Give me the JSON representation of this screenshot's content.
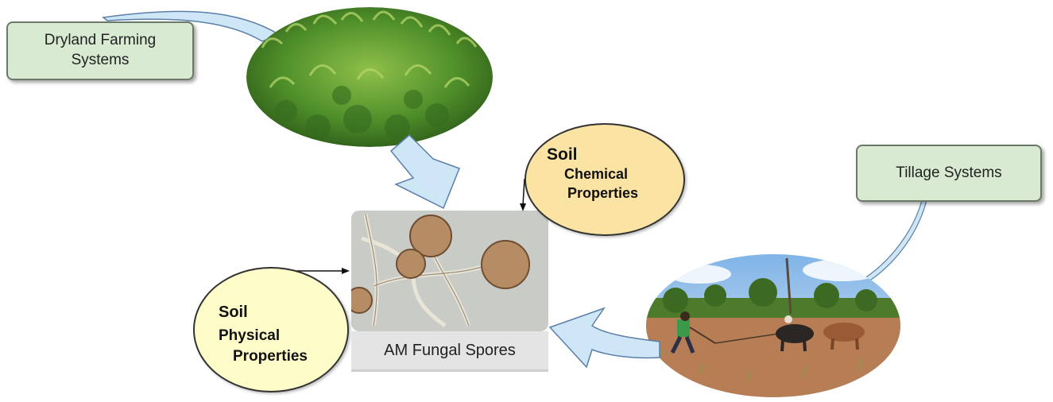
{
  "labels": {
    "dryland": "Dryland Farming Systems",
    "tillage": "Tillage Systems",
    "chemical": {
      "line1": "Soil",
      "line2": "Chemical",
      "line3": "Properties"
    },
    "physical": {
      "line1": "Soil",
      "line2": "Physical",
      "line3": "Properties"
    },
    "spores": "AM Fungal Spores"
  },
  "colors": {
    "box_fill": "#d9ead3",
    "box_border": "#6b7a68",
    "chemical_fill": "#fbe3a4",
    "physical_fill": "#fefcc8",
    "arrow_fill": "#cfe6f7",
    "arrow_stroke": "#5a7fa8",
    "caption_fill": "#e4e4e4"
  },
  "icons": [
    "crop-field-photo",
    "fungal-spores-micrograph",
    "ox-plough-field-photo"
  ]
}
